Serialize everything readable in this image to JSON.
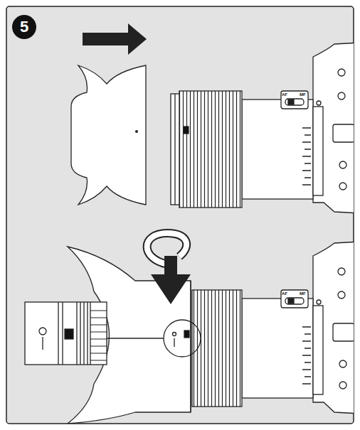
{
  "diagram": {
    "labels": [
      "5",
      "AF",
      "MF",
      "AF",
      "MF"
    ]
  }
}
